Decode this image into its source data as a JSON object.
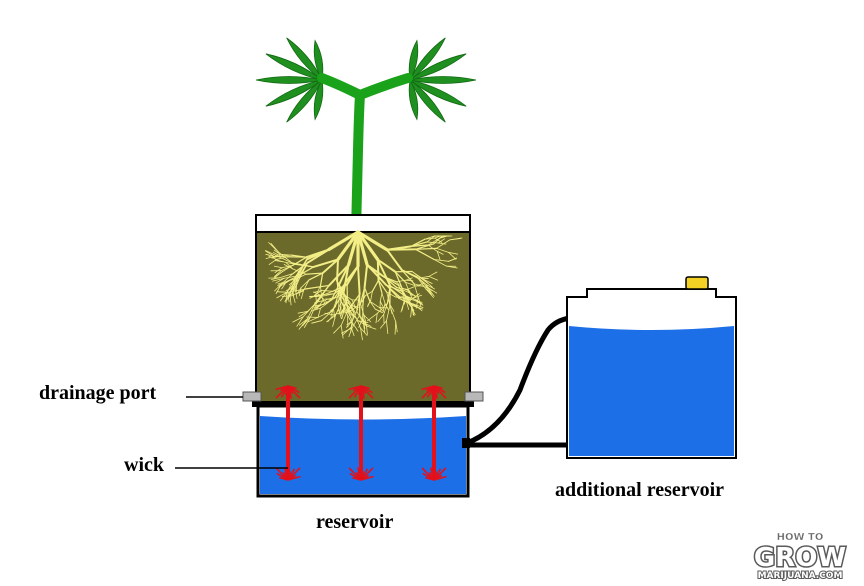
{
  "labels": {
    "drainage_port": "drainage port",
    "wick": "wick",
    "reservoir": "reservoir",
    "additional_reservoir": "additional reservoir"
  },
  "logo": {
    "line1": "HOW TO",
    "line2": "GROW",
    "line3": "MARIJUANA.COM"
  },
  "colors": {
    "soil": "#6b6a2b",
    "water": "#1d6fe8",
    "root": "#f3ee86",
    "wick": "#e2111b",
    "stem": "#1aa31a",
    "leaf": "#1f8f1f",
    "cap": "#f2d024",
    "outline": "#000000"
  }
}
